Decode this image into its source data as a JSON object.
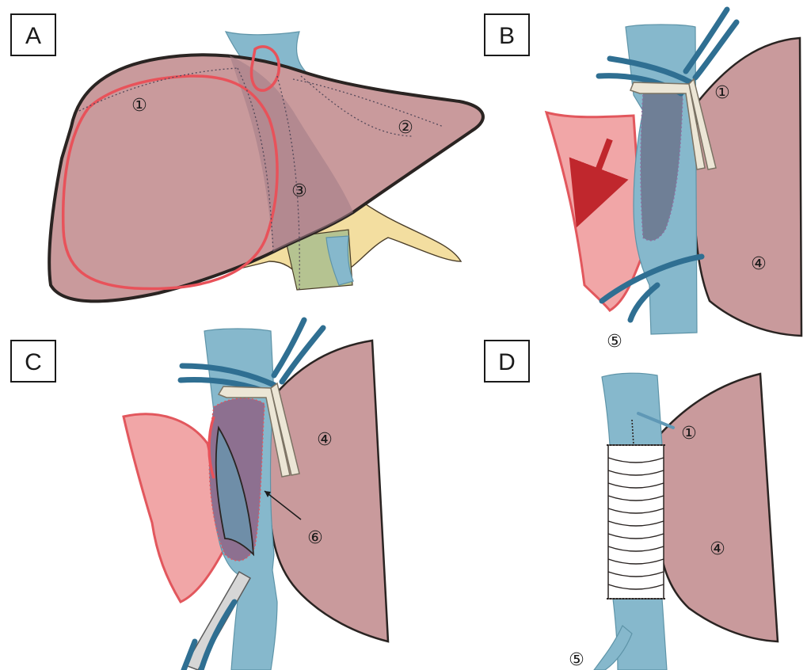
{
  "panels": {
    "a": {
      "label": "A",
      "markers": [
        "①",
        "②",
        "③"
      ]
    },
    "b": {
      "label": "B",
      "markers": [
        "①",
        "④",
        "⑤"
      ]
    },
    "c": {
      "label": "C",
      "markers": [
        "④",
        "⑥"
      ]
    },
    "d": {
      "label": "D",
      "markers": [
        "①",
        "④",
        "⑤"
      ]
    }
  },
  "colors": {
    "liver": "#c99a9c",
    "vena_cava": "#86b8cc",
    "hepatic_vein": "#2f6f92",
    "tumor": "#f1a6a7",
    "tumor_outline": "#e8525a",
    "arrow": "#c0272d",
    "gallbladder_region": "#f3dea0",
    "graft": "#ffffff"
  },
  "icons": [
    "direction-arrow",
    "vascular-clamp",
    "catheter",
    "prosthetic-graft"
  ]
}
